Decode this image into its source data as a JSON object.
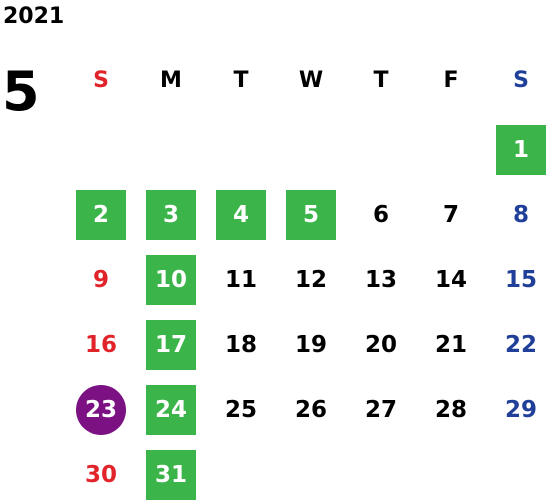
{
  "calendar": {
    "year": "2021",
    "month": "5",
    "weekdays": [
      "S",
      "M",
      "T",
      "W",
      "T",
      "F",
      "S"
    ],
    "colors": {
      "sunday": "#e0242a",
      "saturday": "#1f3f99",
      "weekday": "#000000",
      "highlight": "#3bb54a",
      "selected": "#7b1182",
      "highlight_text": "#ffffff"
    },
    "days": [
      {
        "label": "1",
        "col": 6,
        "row": 0,
        "style": "green"
      },
      {
        "label": "2",
        "col": 0,
        "row": 1,
        "style": "green"
      },
      {
        "label": "3",
        "col": 1,
        "row": 1,
        "style": "green"
      },
      {
        "label": "4",
        "col": 2,
        "row": 1,
        "style": "green"
      },
      {
        "label": "5",
        "col": 3,
        "row": 1,
        "style": "green"
      },
      {
        "label": "6",
        "col": 4,
        "row": 1,
        "style": "normal"
      },
      {
        "label": "7",
        "col": 5,
        "row": 1,
        "style": "normal"
      },
      {
        "label": "8",
        "col": 6,
        "row": 1,
        "style": "normal"
      },
      {
        "label": "9",
        "col": 0,
        "row": 2,
        "style": "normal"
      },
      {
        "label": "10",
        "col": 1,
        "row": 2,
        "style": "green"
      },
      {
        "label": "11",
        "col": 2,
        "row": 2,
        "style": "normal"
      },
      {
        "label": "12",
        "col": 3,
        "row": 2,
        "style": "normal"
      },
      {
        "label": "13",
        "col": 4,
        "row": 2,
        "style": "normal"
      },
      {
        "label": "14",
        "col": 5,
        "row": 2,
        "style": "normal"
      },
      {
        "label": "15",
        "col": 6,
        "row": 2,
        "style": "normal"
      },
      {
        "label": "16",
        "col": 0,
        "row": 3,
        "style": "normal"
      },
      {
        "label": "17",
        "col": 1,
        "row": 3,
        "style": "green"
      },
      {
        "label": "18",
        "col": 2,
        "row": 3,
        "style": "normal"
      },
      {
        "label": "19",
        "col": 3,
        "row": 3,
        "style": "normal"
      },
      {
        "label": "20",
        "col": 4,
        "row": 3,
        "style": "normal"
      },
      {
        "label": "21",
        "col": 5,
        "row": 3,
        "style": "normal"
      },
      {
        "label": "22",
        "col": 6,
        "row": 3,
        "style": "normal"
      },
      {
        "label": "23",
        "col": 0,
        "row": 4,
        "style": "circle"
      },
      {
        "label": "24",
        "col": 1,
        "row": 4,
        "style": "green"
      },
      {
        "label": "25",
        "col": 2,
        "row": 4,
        "style": "normal"
      },
      {
        "label": "26",
        "col": 3,
        "row": 4,
        "style": "normal"
      },
      {
        "label": "27",
        "col": 4,
        "row": 4,
        "style": "normal"
      },
      {
        "label": "28",
        "col": 5,
        "row": 4,
        "style": "normal"
      },
      {
        "label": "29",
        "col": 6,
        "row": 4,
        "style": "normal"
      },
      {
        "label": "30",
        "col": 0,
        "row": 5,
        "style": "normal"
      },
      {
        "label": "31",
        "col": 1,
        "row": 5,
        "style": "green"
      }
    ]
  }
}
